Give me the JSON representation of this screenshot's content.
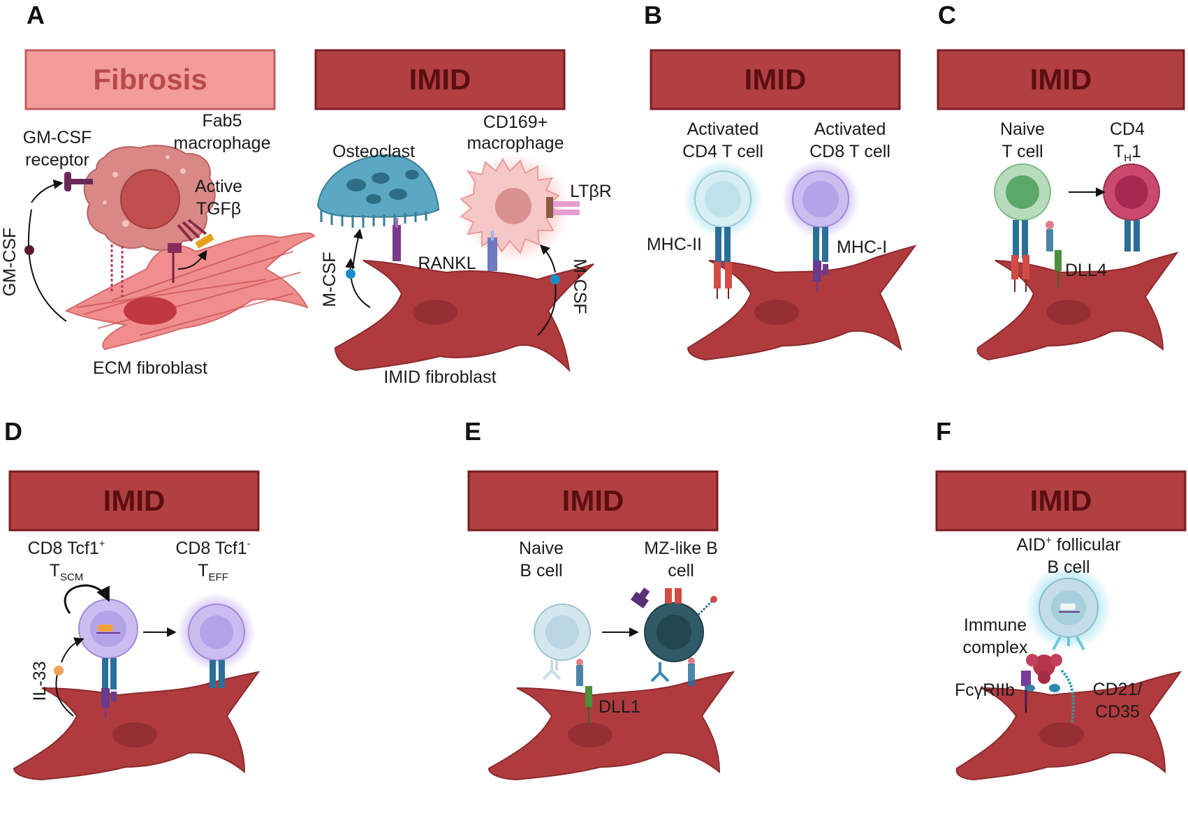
{
  "panels": {
    "A": {
      "label": "A",
      "fibrosis_banner": "Fibrosis",
      "imid_banner": "IMID",
      "gmcsf_receptor": [
        "GM-CSF",
        "receptor"
      ],
      "fab5": [
        "Fab5",
        "macrophage"
      ],
      "active_tgfb": [
        "Active",
        "TGFβ"
      ],
      "gmcsf": "GM-CSF",
      "ecm_fibroblast": "ECM fibroblast",
      "osteoclast": "Osteoclast",
      "cd169": [
        "CD169+",
        "macrophage"
      ],
      "ltbr": "LTβR",
      "mcsf_left": "M-CSF",
      "mcsf_right": "M-CSF",
      "rankl": "RANKL",
      "imid_fibroblast": "IMID fibroblast"
    },
    "B": {
      "label": "B",
      "banner": "IMID",
      "cd4": [
        "Activated",
        "CD4 T cell"
      ],
      "cd8": [
        "Activated",
        "CD8 T cell"
      ],
      "mhc2": "MHC-II",
      "mhc1": "MHC-I"
    },
    "C": {
      "label": "C",
      "banner": "IMID",
      "naive": [
        "Naive",
        "T cell"
      ],
      "cd4": "CD4",
      "th_main": "T",
      "th_sub": "H",
      "th_num": "1",
      "dll4": "DLL4"
    },
    "D": {
      "label": "D",
      "banner": "IMID",
      "tscm_main": "CD8 Tcf1",
      "tscm_sup": "+",
      "tscm_t": "T",
      "tscm_sub": "SCM",
      "teff_main": "CD8 Tcf1",
      "teff_sup": "-",
      "teff_t": "T",
      "teff_sub": "EFF",
      "il33": "IL-33"
    },
    "E": {
      "label": "E",
      "banner": "IMID",
      "naive_b": [
        "Naive",
        "B cell"
      ],
      "mz_b": [
        "MZ-like B",
        "cell"
      ],
      "dll1": "DLL1"
    },
    "F": {
      "label": "F",
      "banner": "IMID",
      "aid_main": "AID",
      "aid_sup": "+",
      "aid_rest": " follicular",
      "aid_line2": "B cell",
      "immune": [
        "Immune",
        "complex"
      ],
      "fcgr": "FcγRIIb",
      "cd21": [
        "CD21/",
        "CD35"
      ]
    }
  },
  "colors": {
    "banner": "#b23f42",
    "banner_border": "#7a1e22",
    "fibrosis_banner": "#f29d9a",
    "fibroblast": "#b03b3e",
    "ecm_fibroblast": "#ef8e8e",
    "tcell_cd4": "#c9e6ee",
    "tcell_cd8": "#c7b8ee",
    "naive_t": "#9fd0a8",
    "th1": "#c94a6e",
    "b_naive": "#c5dde8",
    "mz_b": "#2f5a66",
    "receptor_blue": "#2a6f9a",
    "mhc_red": "#d24b45",
    "mhc_purple": "#6a3a8c"
  }
}
